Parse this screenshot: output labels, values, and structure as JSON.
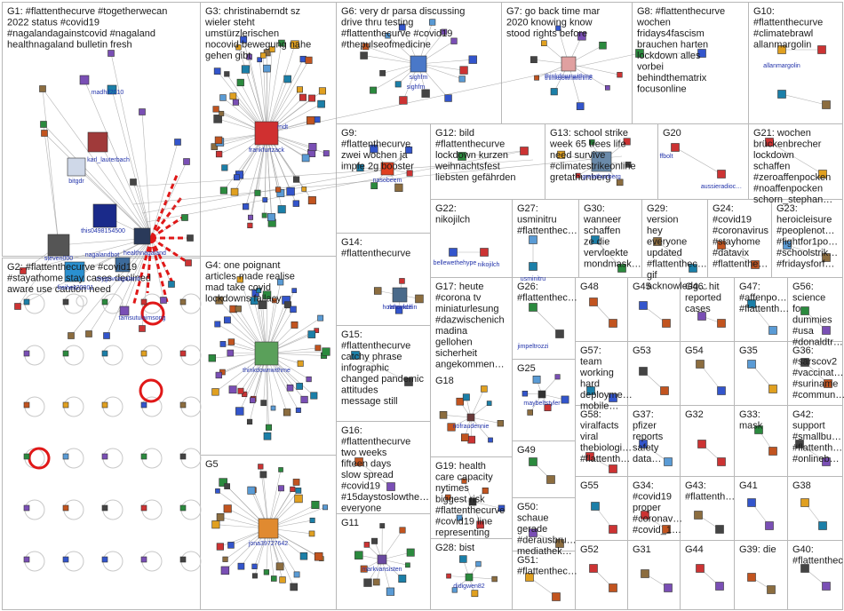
{
  "graph": {
    "groups": [
      {
        "id": "G1",
        "label": "G1: #flattenthecurve #togetherwecan 2022 status #covid19 #nagalandagainstcovid #nagaland healthnagaland bulletin fresh"
      },
      {
        "id": "G2",
        "label": "G2: #flattenthecurve #covid19 #stayathome stay cases declined aware use caution need"
      },
      {
        "id": "G3",
        "label": "G3: christinaberndt sz wieler steht umstürzlerischen nocovid bewegung nahe gehen gibt"
      },
      {
        "id": "G4",
        "label": "G4: one poignant articles made realise mad take covid lockdowns fallacy"
      },
      {
        "id": "G5",
        "label": "G5"
      },
      {
        "id": "G6",
        "label": "G6: very dr parsa discussing drive thru testing #flattenthecurve #covid19 #thepulseofmedicine"
      },
      {
        "id": "G7",
        "label": "G7: go back time mar 2020 knowing know stood rights before"
      },
      {
        "id": "G8",
        "label": "G8: #flattenthecurve wochen fridays4fascism brauchen harten lockdown alles vorbei behindthematrix focusonline"
      },
      {
        "id": "G9",
        "label": "G9: #flattenthecurve zwei wochen ja impfe 2g booster"
      },
      {
        "id": "G10",
        "label": "G10: #flattenthecurve #climatebrawl allanmargolin"
      },
      {
        "id": "G11",
        "label": "G11"
      },
      {
        "id": "G12",
        "label": "G12: bild #flattenthecurve lockdown kurzen weihnachtsfest liebsten gefährden"
      },
      {
        "id": "G13",
        "label": "G13: school strike week 65 trees life need survive #climatestrikeonline gretathunberg"
      },
      {
        "id": "G14",
        "label": "G14: #flattenthecurve"
      },
      {
        "id": "G15",
        "label": "G15: #flattenthecurve catchy phrase infographic changed pandemic attitudes message still"
      },
      {
        "id": "G16",
        "label": "G16: #flattenthecurve two weeks fifteen days slow spread #covid19 #15daystoslowthe… everyone"
      },
      {
        "id": "G17",
        "label": "G17: heute #corona tv miniaturlesung #dazwischenich madina gellohen sicherheit angekommen…"
      },
      {
        "id": "G18",
        "label": "G18"
      },
      {
        "id": "G19",
        "label": "G19: health care capacity nytimes biggest risk #flattenthecurve #covid19 line representing"
      },
      {
        "id": "G20",
        "label": "G20"
      },
      {
        "id": "G21",
        "label": "G21: wochen brückenbrecher lockdown schaffen #zeroaffenpocken #noaffenpocken schorn_stephan…"
      },
      {
        "id": "G22",
        "label": "G22: nikojilch"
      },
      {
        "id": "G23",
        "label": "G23: heroicleisure #peoplenot… #fightfor1po… #schoolstrik… #fridaysforf…"
      },
      {
        "id": "G24",
        "label": "G24: #covid19 #coronavirus #stayhome #datavix #flattenthe…"
      },
      {
        "id": "G25",
        "label": "G25"
      },
      {
        "id": "G26",
        "label": "G26: #flattenthec…"
      },
      {
        "id": "G27",
        "label": "G27: usminitru #flattenthec…"
      },
      {
        "id": "G28",
        "label": "G28: bist"
      },
      {
        "id": "G29",
        "label": "G29: version hey everyone updated #flattenthec… gif acknowledg…"
      },
      {
        "id": "G30",
        "label": "G30: wanneer schaffen ze die vervloekte mondmask…"
      },
      {
        "id": "G31",
        "label": "G31"
      },
      {
        "id": "G32",
        "label": "G32"
      },
      {
        "id": "G33",
        "label": "G33: mask"
      },
      {
        "id": "G34",
        "label": "G34: #covid19 proper #coronav… #covid_1…"
      },
      {
        "id": "G35",
        "label": "G35"
      },
      {
        "id": "G36",
        "label": "G36: #sarscov2 #vaccinat… #suriname #commun…"
      },
      {
        "id": "G37",
        "label": "G37: pfizer reports safety data…"
      },
      {
        "id": "G38",
        "label": "G38"
      },
      {
        "id": "G39",
        "label": "G39: die"
      },
      {
        "id": "G40",
        "label": "G40: #flattenthec…"
      },
      {
        "id": "G41",
        "label": "G41"
      },
      {
        "id": "G42",
        "label": "G42: support #smallbu… #flattenth… #onlineb…"
      },
      {
        "id": "G43",
        "label": "G43: #flattenth…"
      },
      {
        "id": "G44",
        "label": "G44"
      },
      {
        "id": "G45",
        "label": "G45"
      },
      {
        "id": "G46",
        "label": "G46: hit reported cases"
      },
      {
        "id": "G47",
        "label": "G47: #affenpo… #flattenth…"
      },
      {
        "id": "G48",
        "label": "G48"
      },
      {
        "id": "G49",
        "label": "G49"
      },
      {
        "id": "G50",
        "label": "G50: schaue gerade #derausbru… mediathek…"
      },
      {
        "id": "G51",
        "label": "G51: #flattenthec…"
      },
      {
        "id": "G52",
        "label": "G52"
      },
      {
        "id": "G53",
        "label": "G53"
      },
      {
        "id": "G54",
        "label": "G54"
      },
      {
        "id": "G55",
        "label": "G55"
      },
      {
        "id": "G56",
        "label": "G56: science fo dummies #usa #donaldtr…"
      },
      {
        "id": "G57",
        "label": "G57: team working hard deployme… mobile…"
      },
      {
        "id": "G58",
        "label": "G58: viralfacts viral thebiologi… #flattenth…"
      }
    ],
    "node_labels": [
      "madhif2010",
      "karl_lauterbach",
      "bitgdr",
      "this0498154500",
      "nagalandbot",
      "healthnagaland",
      "steven000",
      "mygovnagaland",
      "freiheit20001",
      "tamsutulaimsong",
      "christinaberndt",
      "frankfurtzack",
      "sighfm",
      "thinkdownwithme",
      "fresnoaapbaschaser",
      "allanmargolin",
      "nasobeem",
      "ffbolt",
      "aussieradioc…",
      "gretathunberg",
      "raftovide",
      "holmenkollin",
      "bellewethehype",
      "nikojilch",
      "usminitru",
      "drnaitmiclade",
      "jimpeltrozzi",
      "nofraudennie",
      "maybeltstyler",
      "jona39727642",
      "markvansisten",
      "didigwen82"
    ],
    "highlighted_edge_color": "#e01818",
    "edge_color": "#9a9a9a"
  }
}
